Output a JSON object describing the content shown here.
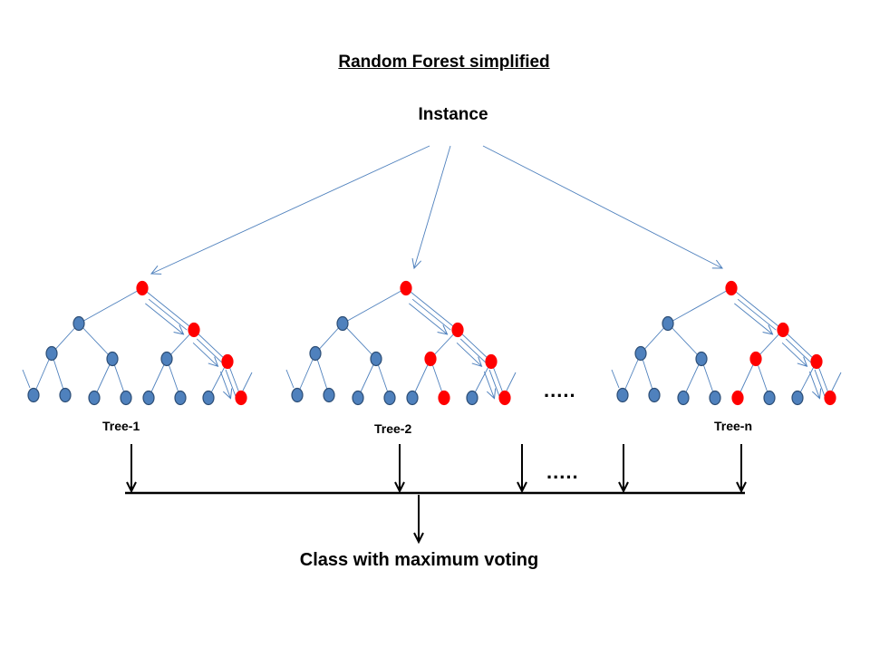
{
  "title": "Random Forest simplified",
  "input_label": "Instance",
  "trees": [
    {
      "label": "Tree-1"
    },
    {
      "label": "Tree-2"
    },
    {
      "label": "Tree-n"
    }
  ],
  "ellipsis": ".....",
  "output_label": "Class with maximum voting",
  "colors": {
    "node": "#4f81bd",
    "node_outline": "#2c4d75",
    "selected_node": "#ff0000",
    "edge": "#4f81bd",
    "arrow": "#000000"
  }
}
